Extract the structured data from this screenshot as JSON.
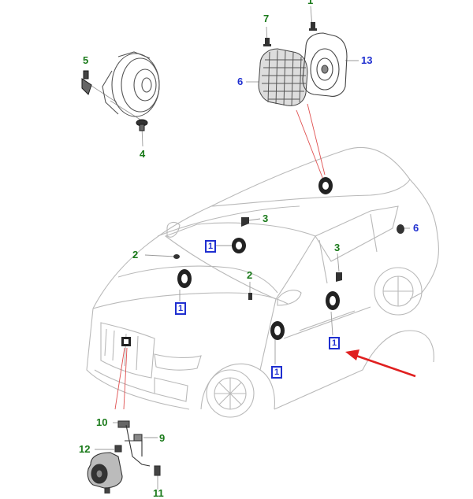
{
  "colors": {
    "line": "#b9b9b9",
    "part": "#1a1a1a",
    "green_label": "#1a7a1a",
    "blue_label": "#1f2fd0",
    "leader_red": "#e05050",
    "arrow_red": "#e02020"
  },
  "callouts": {
    "c7": "7",
    "c1_top": "1",
    "c13": "13",
    "c6_top": "6",
    "c5": "5",
    "c4": "4",
    "c3_roof": "3",
    "c6_side": "6",
    "c1_roof": "1",
    "c2_left": "2",
    "c3_door": "3",
    "c2_mid": "2",
    "c1_dash": "1",
    "c1_rear": "1",
    "c1_front": "1",
    "c10": "10",
    "c9": "9",
    "c12": "12",
    "c11": "11"
  }
}
